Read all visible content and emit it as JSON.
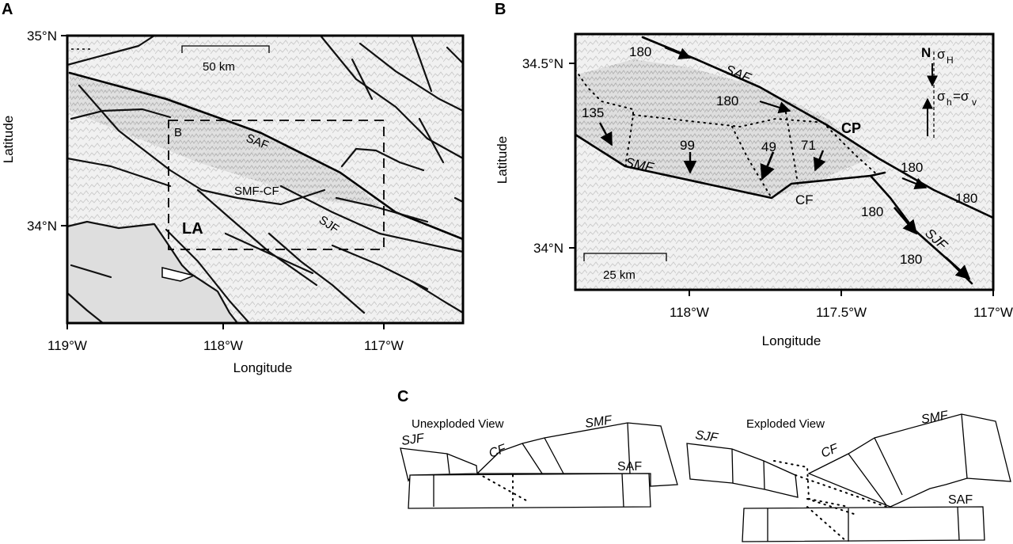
{
  "panels": {
    "a": {
      "letter": "A",
      "lat_top": "35°N",
      "lat_mid": "34°N",
      "lon_1": "119°W",
      "lon_2": "118°W",
      "lon_3": "117°W",
      "xlabel": "Longitude",
      "ylabel": "Latitude",
      "scale": "50 km",
      "box_label": "B",
      "faults": {
        "saf": "SAF",
        "smf_cf": "SMF-CF",
        "sjf": "SJF"
      },
      "city": "LA"
    },
    "b": {
      "letter": "B",
      "lat_top": "34.5°N",
      "lat_bot": "34°N",
      "lon_1": "118°W",
      "lon_2": "117.5°W",
      "lon_3": "117°W",
      "xlabel": "Longitude",
      "ylabel": "Latitude",
      "scale": "25 km",
      "faults": {
        "saf": "SAF",
        "smf": "SMF",
        "cf": "CF",
        "sjf": "SJF",
        "cp": "CP"
      },
      "values": [
        "180",
        "180",
        "135",
        "99",
        "49",
        "71",
        "180",
        "180",
        "180",
        "180"
      ],
      "stress": {
        "north": "N",
        "sigma_h_max": "σ",
        "sigma_h_max_sub": "H",
        "sigma_h_min": "σ",
        "sigma_h_min_sub": "h",
        "eq": "=σ",
        "sigma_v_sub": "v"
      }
    },
    "c": {
      "letter": "C",
      "unexploded": "Unexploded View",
      "exploded": "Exploded View",
      "labels": {
        "sjf": "SJF",
        "cf": "CF",
        "smf": "SMF",
        "saf": "SAF"
      }
    }
  }
}
